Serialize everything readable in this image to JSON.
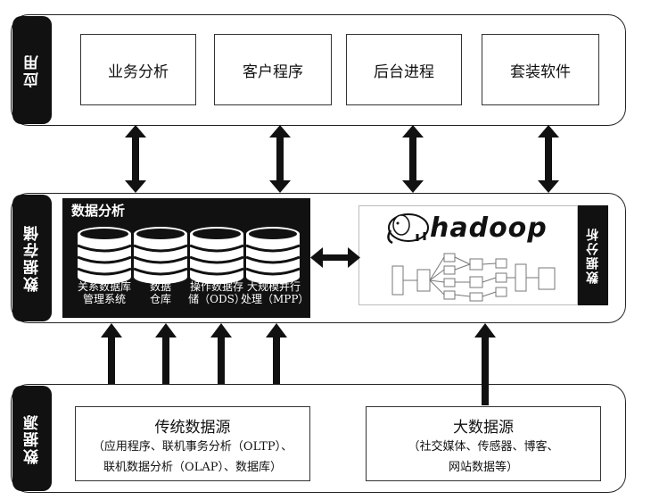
{
  "app_layer": {
    "tab": "应用",
    "boxes": [
      "业务分析",
      "客户程序",
      "后台进程",
      "套装软件"
    ]
  },
  "storage_layer": {
    "tab": "数据存储",
    "analysis_title": "数据分析",
    "databases": [
      {
        "line1": "关系数据库",
        "line2": "管理系统"
      },
      {
        "line1": "数据",
        "line2": "仓库"
      },
      {
        "line1": "操作数据存",
        "line2": "储（ODS）"
      },
      {
        "line1": "大规模并行",
        "line2": "处理（MPP）"
      }
    ],
    "hadoop_logo": "hadoop",
    "right_tab": "数据分析"
  },
  "source_layer": {
    "tab": "数据源",
    "traditional": {
      "title": "传统数据源",
      "line1": "（应用程序、联机事务分析（OLTP）、",
      "line2": "联机数据分析（OLAP）、数据库）"
    },
    "bigdata": {
      "title": "大数据源",
      "line1": "（社交媒体、传感器、博客、",
      "line2": "网站数据等）"
    }
  }
}
